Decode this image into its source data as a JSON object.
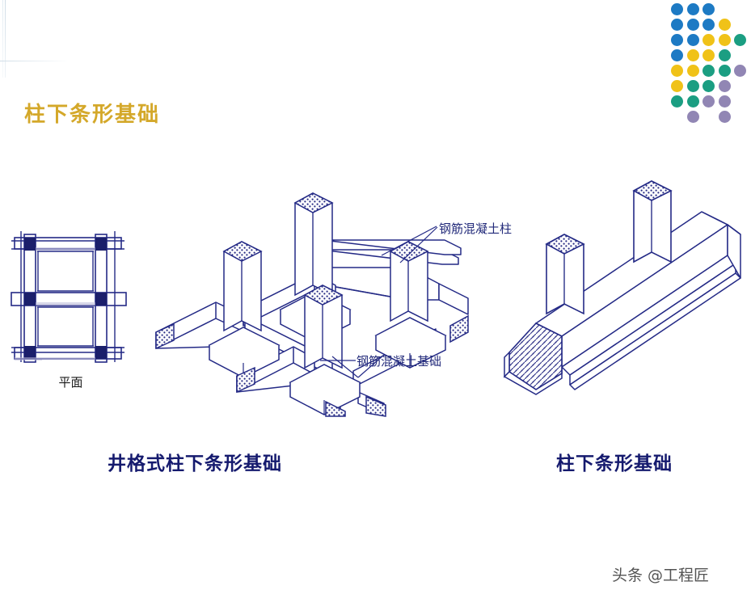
{
  "slide": {
    "title": "柱下条形基础",
    "title_color": "#d4a82a",
    "background": "#ffffff"
  },
  "decor": {
    "dot_colors": {
      "blue": "#1d7ac4",
      "yellow": "#f0c218",
      "teal": "#1b9e82",
      "purple": "#9186b4"
    },
    "dot_grid": [
      {
        "col": 0,
        "row": 0,
        "color": "blue"
      },
      {
        "col": 1,
        "row": 0,
        "color": "blue"
      },
      {
        "col": 2,
        "row": 0,
        "color": "blue"
      },
      {
        "col": 0,
        "row": 1,
        "color": "blue"
      },
      {
        "col": 1,
        "row": 1,
        "color": "blue"
      },
      {
        "col": 2,
        "row": 1,
        "color": "blue"
      },
      {
        "col": 3,
        "row": 1,
        "color": "yellow"
      },
      {
        "col": 0,
        "row": 2,
        "color": "blue"
      },
      {
        "col": 1,
        "row": 2,
        "color": "blue"
      },
      {
        "col": 2,
        "row": 2,
        "color": "yellow"
      },
      {
        "col": 3,
        "row": 2,
        "color": "yellow"
      },
      {
        "col": 4,
        "row": 2,
        "color": "teal"
      },
      {
        "col": 0,
        "row": 3,
        "color": "blue"
      },
      {
        "col": 1,
        "row": 3,
        "color": "yellow"
      },
      {
        "col": 2,
        "row": 3,
        "color": "yellow"
      },
      {
        "col": 3,
        "row": 3,
        "color": "teal"
      },
      {
        "col": 0,
        "row": 4,
        "color": "yellow"
      },
      {
        "col": 1,
        "row": 4,
        "color": "yellow"
      },
      {
        "col": 2,
        "row": 4,
        "color": "teal"
      },
      {
        "col": 3,
        "row": 4,
        "color": "teal"
      },
      {
        "col": 4,
        "row": 4,
        "color": "purple"
      },
      {
        "col": 0,
        "row": 5,
        "color": "yellow"
      },
      {
        "col": 1,
        "row": 5,
        "color": "teal"
      },
      {
        "col": 2,
        "row": 5,
        "color": "teal"
      },
      {
        "col": 3,
        "row": 5,
        "color": "purple"
      },
      {
        "col": 0,
        "row": 6,
        "color": "teal"
      },
      {
        "col": 1,
        "row": 6,
        "color": "teal"
      },
      {
        "col": 2,
        "row": 6,
        "color": "purple"
      },
      {
        "col": 3,
        "row": 6,
        "color": "purple"
      },
      {
        "col": 1,
        "row": 7,
        "color": "purple"
      },
      {
        "col": 3,
        "row": 7,
        "color": "purple"
      }
    ]
  },
  "figures": {
    "plan": {
      "name": "plan-view-diagram",
      "caption": "平面"
    },
    "grid_foundation": {
      "name": "grid-strip-foundation-isometric",
      "caption": "井格式柱下条形基础",
      "annotations": {
        "column": "钢筋混凝土柱",
        "foundation": "钢筋混凝土基础"
      }
    },
    "strip_foundation": {
      "name": "strip-foundation-isometric",
      "caption": "柱下条形基础"
    }
  },
  "drawing": {
    "line_color": "#242a86",
    "fill_color": "#ffffff",
    "hatch_color": "#2b2f86"
  },
  "watermark": {
    "text": "头条 @工程匠"
  }
}
